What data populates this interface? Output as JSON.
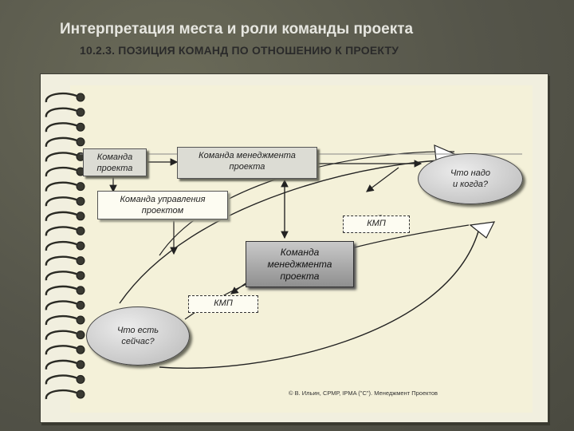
{
  "slide": {
    "title": "Интерпретация места и роли команды проекта"
  },
  "diagram": {
    "title": "10.2.3. ПОЗИЦИЯ КОМАНД ПО ОТНОШЕНИЮ К ПРОЕКТУ",
    "project_team": [
      "Команда",
      "проекта"
    ],
    "pm_team_top": [
      "Команда менеджмента",
      "проекта"
    ],
    "project_mgmt_team": [
      "Команда управления",
      "проектом"
    ],
    "pm_team_center": [
      "Команда",
      "менеджмента",
      "проекта"
    ],
    "what_needed": [
      "Что надо",
      "и когда?"
    ],
    "what_now": [
      "Что есть",
      "сейчас?"
    ],
    "kmp_right": "КМП",
    "kmp_left": "КМП",
    "copyright": "© В. Ильин, СРМР, IPMA (\"C\"). Менеджмент Проектов"
  },
  "colors": {
    "background": "#55554a",
    "paper": "#f4f1d9",
    "arrow": "#222222"
  }
}
